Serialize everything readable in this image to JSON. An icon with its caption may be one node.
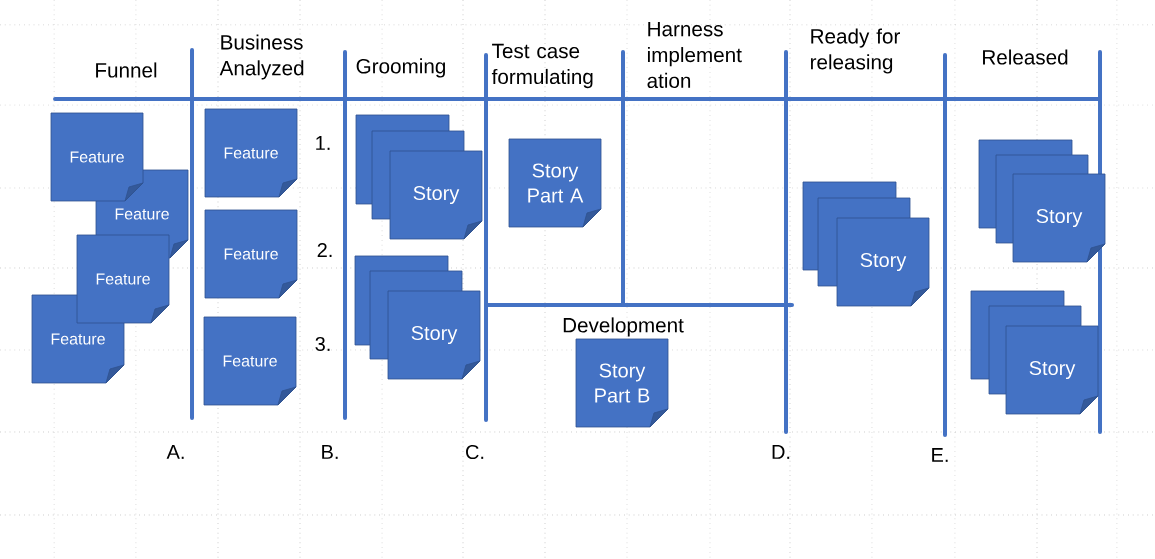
{
  "diagram": {
    "nodes": [
      {
        "text": [
          "Feature"
        ]
      },
      {
        "text": [
          "Feature"
        ]
      },
      {
        "text": [
          "Feature"
        ]
      },
      {
        "text": [
          "Feature"
        ]
      },
      {
        "text": [
          "Feature"
        ]
      },
      {
        "text": [
          "Feature"
        ]
      },
      {
        "text": [
          "Feature"
        ]
      },
      {
        "text": [],
        "shape": "box"
      },
      {
        "text": [],
        "shape": "box"
      },
      {
        "text": [
          "Story"
        ]
      },
      {
        "text": [],
        "shape": "box"
      },
      {
        "text": [],
        "shape": "box"
      },
      {
        "text": [
          "Story"
        ]
      },
      {
        "text": [
          "Story Part A"
        ]
      },
      {
        "text": [
          "Story Part B"
        ]
      },
      {
        "text": [],
        "shape": "box"
      },
      {
        "text": [],
        "shape": "box"
      },
      {
        "text": [
          "Story"
        ]
      },
      {
        "text": [],
        "shape": "box"
      },
      {
        "text": [],
        "shape": "box"
      },
      {
        "text": [
          "Story"
        ]
      },
      {
        "text": [],
        "shape": "box"
      },
      {
        "text": [],
        "shape": "box"
      },
      {
        "text": [
          "Story"
        ]
      }
    ],
    "labels": [
      "Funnel",
      "Business Analyzed",
      "Grooming",
      "Test case formulating",
      "Harness implement ation",
      "Ready for releasing",
      "Released",
      "1.",
      "2.",
      "3.",
      "Development",
      "A.",
      "B.",
      "C.",
      "D.",
      "E."
    ]
  }
}
